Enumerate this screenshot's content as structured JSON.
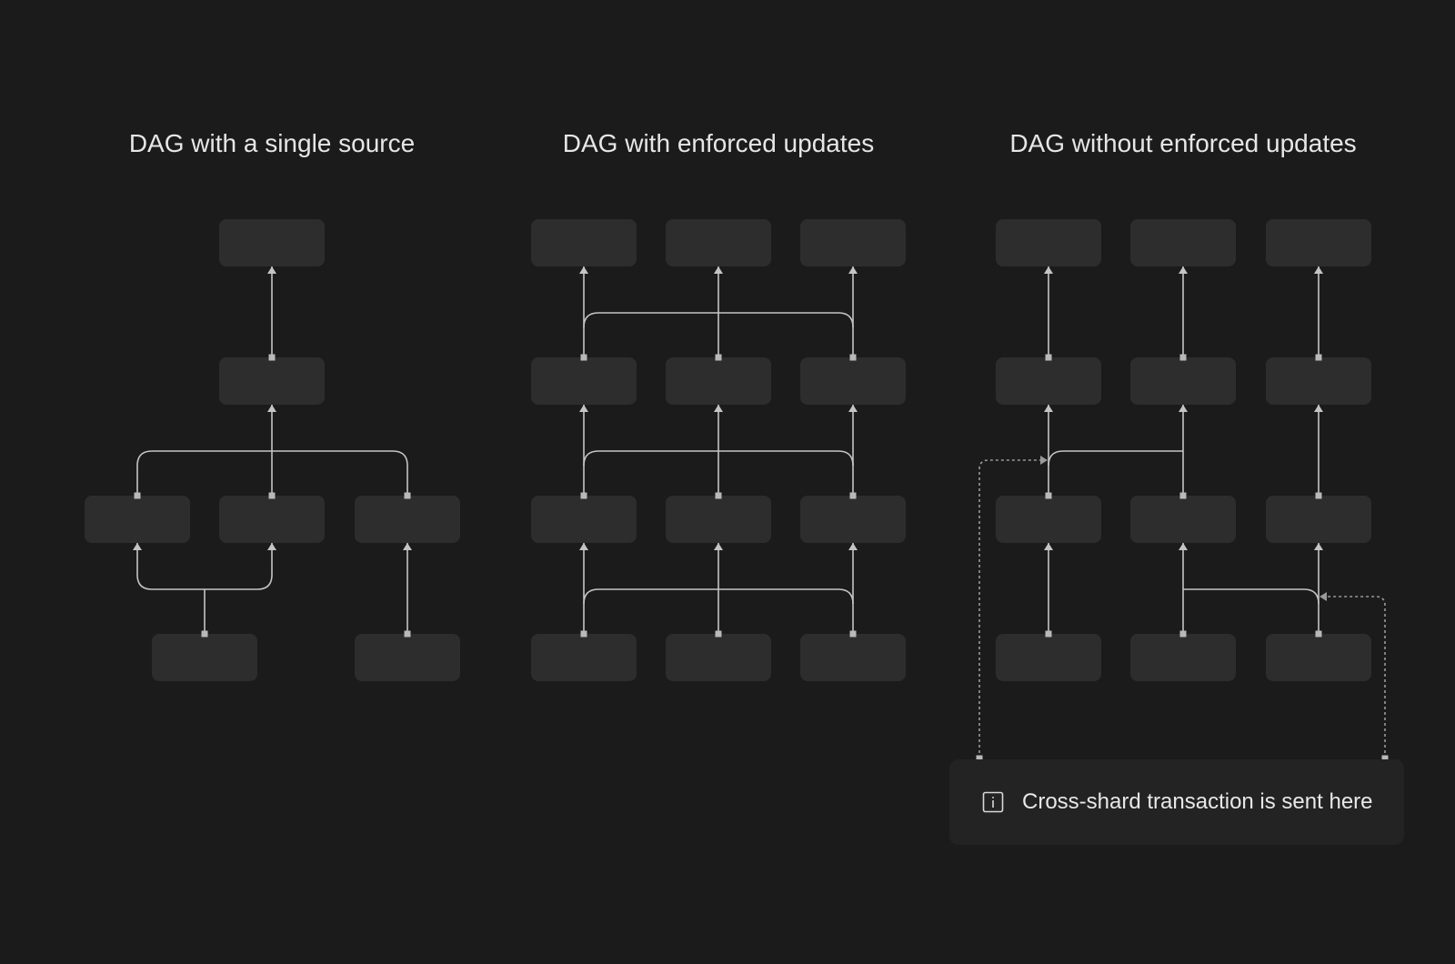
{
  "titles": {
    "single_source": "DAG with a single source",
    "enforced": "DAG with enforced updates",
    "not_enforced": "DAG without enforced updates"
  },
  "info": {
    "icon": "info-icon",
    "text": "Cross-shard transaction is sent here"
  },
  "colors": {
    "background": "#1b1b1b",
    "node": "#2d2d2d",
    "edge": "#c4c4c4",
    "info_box": "#232323",
    "text": "#e6e6e6"
  }
}
